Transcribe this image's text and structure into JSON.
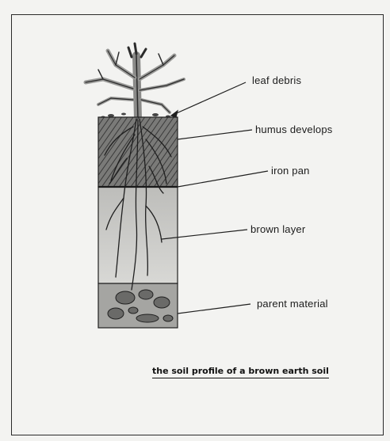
{
  "labels": {
    "leaf_debris": "leaf debris",
    "humus_develops": "humus develops",
    "iron_pan": "iron pan",
    "brown_layer": "brown layer",
    "parent_material": "parent material"
  },
  "caption": "the soil profile of a brown earth soil",
  "colors": {
    "line": "#1f1f1f",
    "humus": "#6e6e6e",
    "brown_layer": "#c9c9c6",
    "parent_material": "#9a9a97",
    "paper": "#f3f3f1"
  }
}
